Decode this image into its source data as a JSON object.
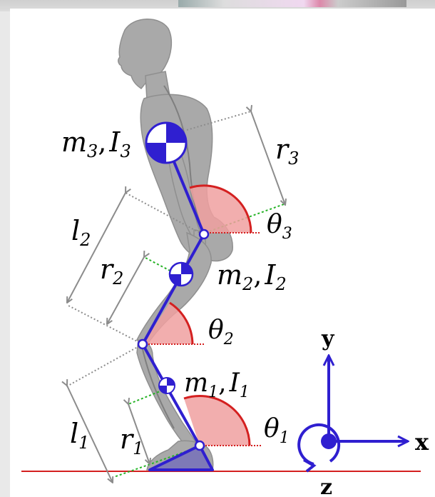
{
  "colors": {
    "link": "#2f1fd0",
    "angle": "#d42020",
    "angle_fill": "#f0a0a0",
    "body": "#a9a9a9",
    "dimension": "#8c8c8c",
    "ground": "#d42020",
    "extension": "#27b327"
  },
  "icons": {
    "center_of_mass": "center-of-mass-marker",
    "joint": "joint-circle",
    "rotation": "counterclockwise-rotation-arrow"
  },
  "labels": {
    "m3": "m",
    "m3_sub": "3",
    "I3": "I",
    "I3_sub": "3",
    "m2": "m",
    "m2_sub": "2",
    "I2": "I",
    "I2_sub": "2",
    "m1": "m",
    "m1_sub": "1",
    "I1": "I",
    "I1_sub": "1",
    "comma": ",",
    "r3": "r",
    "r3_sub": "3",
    "r2": "r",
    "r2_sub": "2",
    "r1": "r",
    "r1_sub": "1",
    "l2": "l",
    "l2_sub": "2",
    "l1": "l",
    "l1_sub": "1",
    "theta3": "θ",
    "theta3_sub": "3",
    "theta2": "θ",
    "theta2_sub": "2",
    "theta1": "θ",
    "theta1_sub": "1"
  },
  "axes": {
    "x": "x",
    "y": "y",
    "z": "z"
  }
}
